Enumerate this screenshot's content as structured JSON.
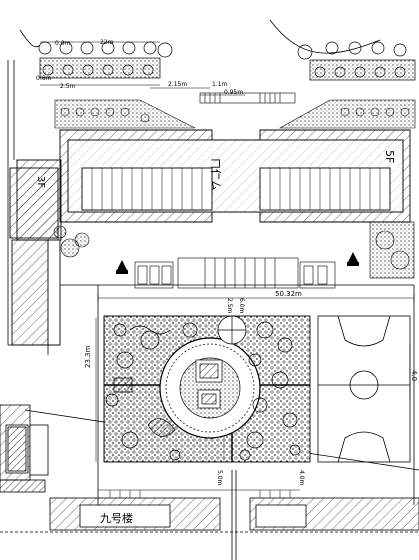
{
  "drawing": {
    "labels": {
      "building_3f": "3F",
      "building_5f": "5F",
      "building_cn_text": "ㄇ仁ㄙ",
      "building_nine": "九号楼",
      "dim_top_a": "0.0m",
      "dim_top_b": "22m",
      "dim_left_a": "0.6m",
      "dim_left_b": "2.5m",
      "dim_mid_a": "2.15m",
      "dim_mid_b": "1.1m",
      "dim_mid_c": "0.95m",
      "dim_plaza_width": "50.32m",
      "dim_plaza_height": "23.3m",
      "dim_court_height": "4.0",
      "dim_stair_left": "2.5m",
      "dim_stair_right": "6.0m",
      "dim_bottom_left": "5.0m",
      "dim_bottom_right": "4.0m"
    }
  },
  "colors": {
    "line": "#000000",
    "hatch": "#000000",
    "background": "#ffffff"
  }
}
